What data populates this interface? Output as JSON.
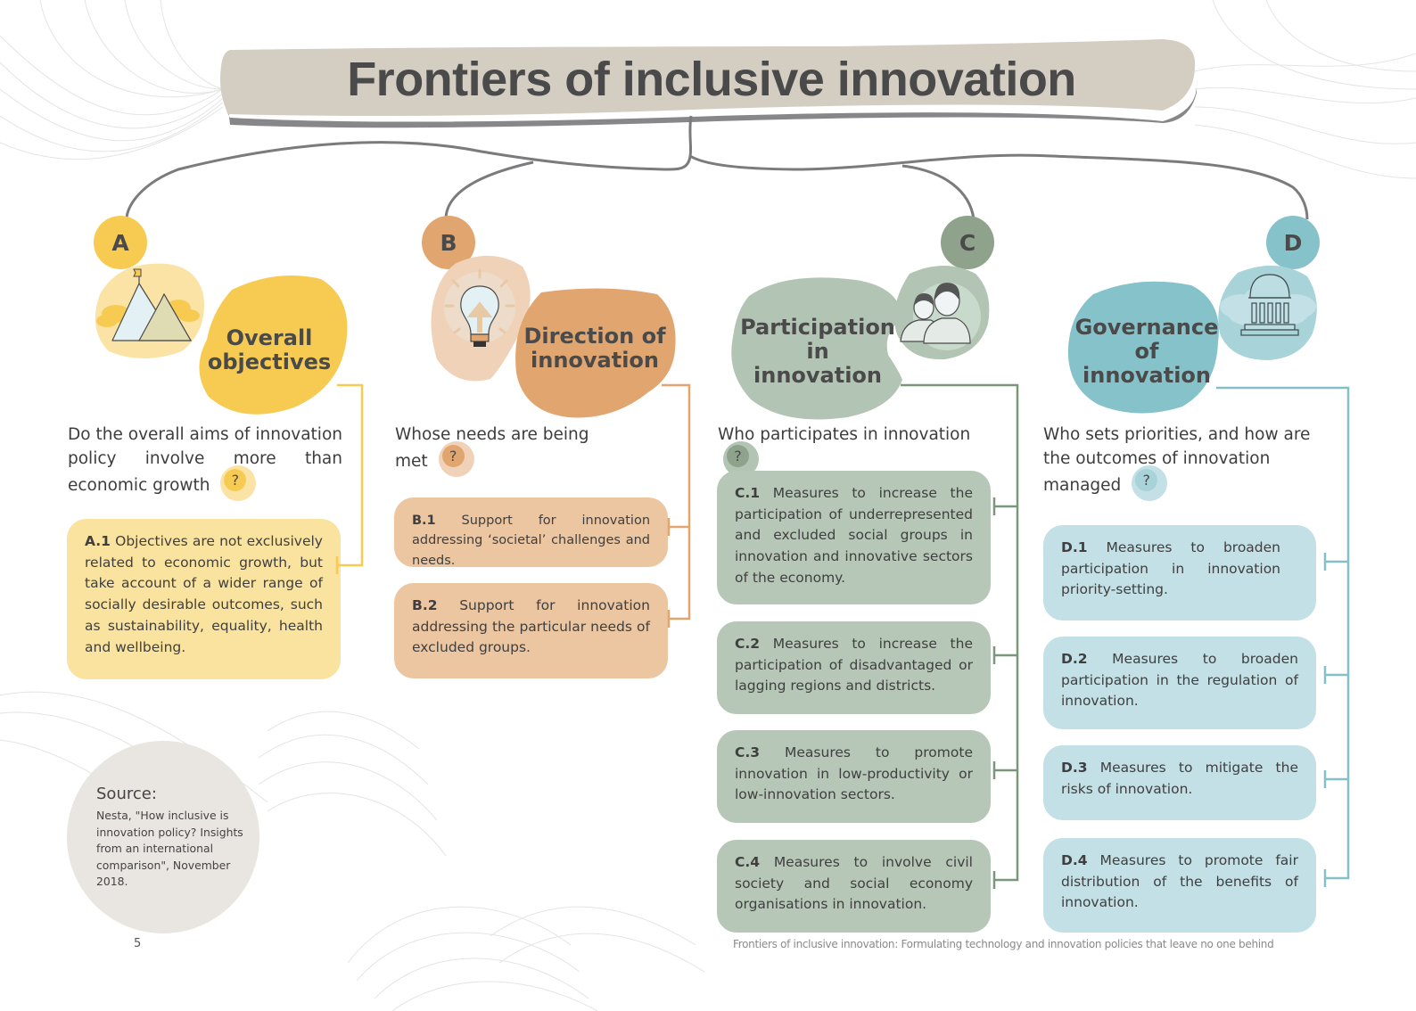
{
  "title": "Frontiers of inclusive innovation",
  "colors": {
    "banner": "#d3cdc2",
    "banner_shadow": "#87878a",
    "connector": "#7b7b7d",
    "a_primary": "#f7cb52",
    "a_light": "#fbe3a6",
    "a_card": "#fae39f",
    "b_primary": "#e1a66f",
    "b_light": "#f0d2b8",
    "b_card": "#ecc5a1",
    "c_primary": "#8ea28c",
    "c_light": "#b2c4b3",
    "c_card": "#b6c7b7",
    "c_line": "#7a967b",
    "d_primary": "#86c2c9",
    "d_light": "#a8d3d8",
    "d_card": "#c2e0e5",
    "d_line": "#85c0c7",
    "source_bg": "#e9e6e1"
  },
  "columns": [
    {
      "letter": "A",
      "heading_lines": [
        "Overall",
        "objectives"
      ],
      "icon": "mountain-flag-icon",
      "question": "Do the overall aims of innovation policy involve more than economic growth",
      "question_mark": "?",
      "cards": [
        {
          "code": "A.1",
          "text": "Objectives are not exclusively related to economic growth, but take account of a wider range of socially desirable outcomes, such as sustainability, equality, health and wellbeing."
        }
      ]
    },
    {
      "letter": "B",
      "heading_lines": [
        "Direction of",
        "innovation"
      ],
      "icon": "lightbulb-icon",
      "question": "Whose needs are being met",
      "question_mark": "?",
      "cards": [
        {
          "code": "B.1",
          "text": "Support for innovation addressing ‘societal’ challenges and needs."
        },
        {
          "code": "B.2",
          "text": "Support for innovation addressing the particular needs of excluded groups."
        }
      ]
    },
    {
      "letter": "C",
      "heading_lines": [
        "Participation",
        "in",
        "innovation"
      ],
      "icon": "people-icon",
      "question": "Who participates in innovation",
      "question_mark": "?",
      "cards": [
        {
          "code": "C.1",
          "text": "Measures to increase the participation of underrepresented and excluded social groups in innovation and innovative sectors of the economy."
        },
        {
          "code": "C.2",
          "text": "Measures to increase the participation of disadvantaged or lagging regions and districts."
        },
        {
          "code": "C.3",
          "text": "Measures to promote innovation in low-productivity or low-innovation sectors."
        },
        {
          "code": "C.4",
          "text": "Measures to involve civil society and social economy organisations in innovation."
        }
      ]
    },
    {
      "letter": "D",
      "heading_lines": [
        "Governance",
        "of",
        "innovation"
      ],
      "icon": "government-building-icon",
      "question": "Who sets priorities, and how are the outcomes of innovation managed",
      "question_mark": "?",
      "cards": [
        {
          "code": "D.1",
          "text": "Measures to broaden participation in innovation priority-setting."
        },
        {
          "code": "D.2",
          "text": "Measures to broaden participation in the regulation of innovation."
        },
        {
          "code": "D.3",
          "text": "Measures to mitigate the risks of innovation."
        },
        {
          "code": "D.4",
          "text": "Measures to promote fair distribution of the benefits of innovation."
        }
      ]
    }
  ],
  "source": {
    "label": "Source:",
    "text": "Nesta, \"How inclusive is innovation policy? Insights from an international comparison\", November 2018."
  },
  "page_number": "5",
  "footer": "Frontiers of inclusive innovation: Formulating technology and innovation policies that leave no one behind"
}
